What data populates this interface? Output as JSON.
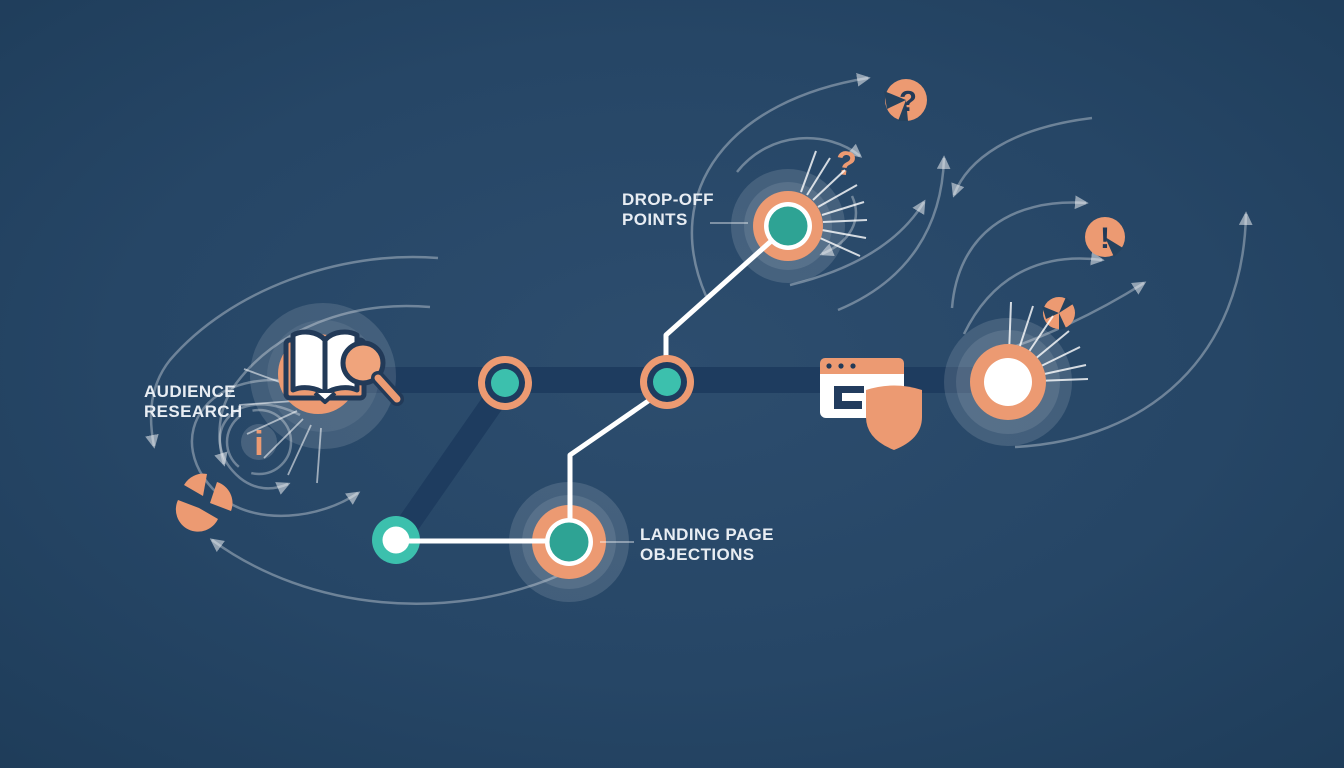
{
  "palette": {
    "background_center": "#2d4d6e",
    "background_edge": "#1e3c59",
    "path_band": "#1e3c5f",
    "orange": "#ec9a72",
    "orange_light": "#f0a47c",
    "navy_outline": "#223a58",
    "teal": "#2ea394",
    "teal_bright": "#3cc0ad",
    "white": "#ffffff",
    "label_text": "#e8edf3",
    "swirl": "rgba(255,255,255,0.33)",
    "glow": "rgba(255,255,255,0.13)"
  },
  "labels": {
    "audience_research": "AUDIENCE\nRESEARCH",
    "drop_off_points": "DROP-OFF\nPOINTS",
    "landing_page_objections": "LANDING PAGE\nOBJECTIONS"
  },
  "glyphs": {
    "question": "?",
    "exclamation": "!",
    "info": "i"
  },
  "journey": {
    "stages": [
      {
        "name": "audience-research",
        "icon": "book-magnifier-icon",
        "label": "AUDIENCE RESEARCH"
      },
      {
        "name": "milestone-dot-1",
        "icon": "teal-ring-dot"
      },
      {
        "name": "milestone-dot-2",
        "icon": "teal-ring-dot"
      },
      {
        "name": "drop-off-points",
        "icon": "teal-core-node",
        "label": "DROP-OFF POINTS"
      },
      {
        "name": "landing-page-objections",
        "icon": "teal-core-node",
        "label": "LANDING PAGE OBJECTIONS"
      },
      {
        "name": "journey-start-dot",
        "icon": "teal-white-dot"
      },
      {
        "name": "secure-browser",
        "icon": "browser-shield-icon"
      },
      {
        "name": "journey-end-node",
        "icon": "orange-white-node"
      }
    ],
    "accents": [
      "question-pie-icon",
      "question-mark",
      "exclamation-bubble-icon",
      "exploded-pie-icon",
      "mini-pie-icon",
      "info-icon"
    ]
  }
}
